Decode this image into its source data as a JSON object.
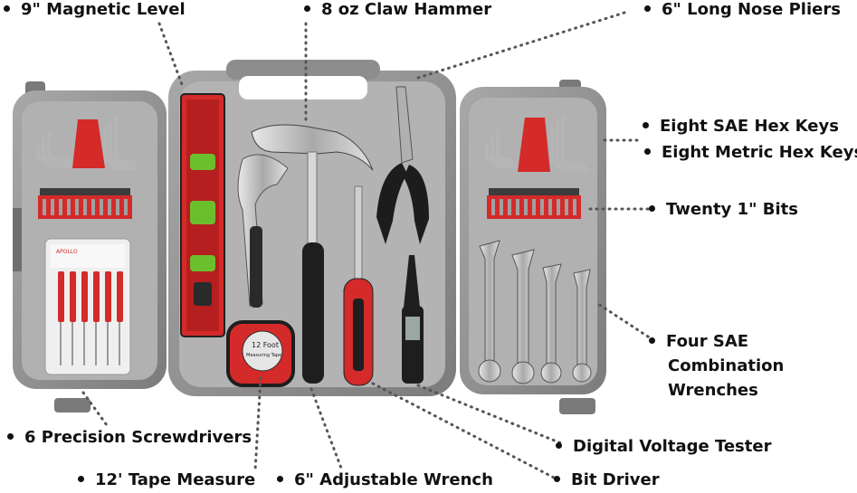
{
  "colors": {
    "case": "#8e8e8e",
    "case_light": "#b4b4b4",
    "accent": "#d42a2a",
    "steel": "#c9c9c9",
    "black": "#1a1a1a"
  },
  "labels": {
    "magnetic_level": "9\" Magnetic Level",
    "claw_hammer": "8 oz Claw Hammer",
    "long_nose_pliers": "6\" Long Nose Pliers",
    "sae_hex_keys": "Eight SAE Hex Keys",
    "metric_hex_keys": "Eight Metric Hex Keys",
    "bits": "Twenty 1\" Bits",
    "wrenches_line1": "Four SAE",
    "wrenches_line2": "Combination",
    "wrenches_line3": "Wrenches",
    "precision_screwdrivers": "6 Precision Screwdrivers",
    "voltage_tester": "Digital Voltage Tester",
    "tape_measure": "12' Tape Measure",
    "adjustable_wrench": "6\" Adjustable Wrench",
    "bit_driver": "Bit Driver"
  },
  "product_marks": {
    "brand": "APOLLO",
    "tape_line1": "12 Foot",
    "tape_line2": "Measuring Tape"
  }
}
